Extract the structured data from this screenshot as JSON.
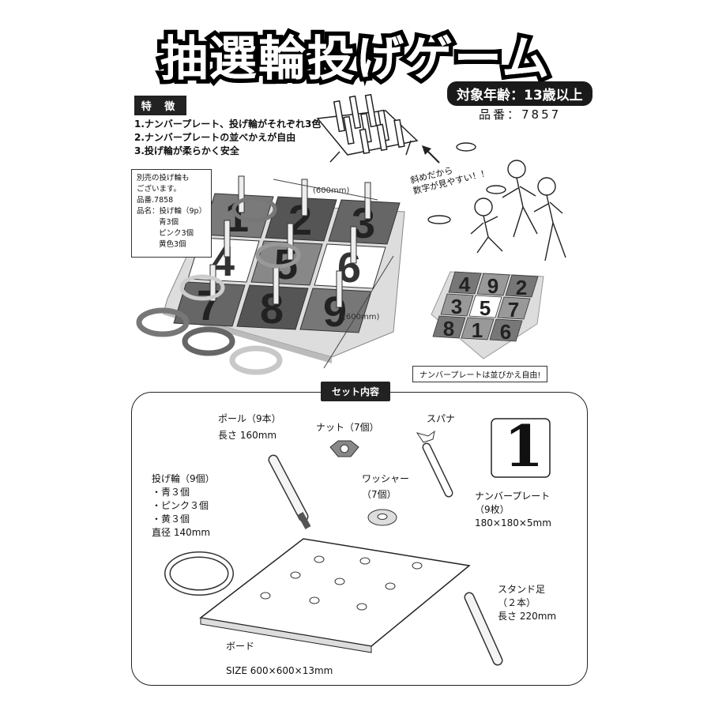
{
  "title": "抽選輪投げゲーム",
  "target_age": "対象年齢：13歳以上",
  "product_code": "品番：7857",
  "features": {
    "heading": "特 徴",
    "items": [
      "1.ナンバープレート、投げ輪がそれぞれ3色",
      "2.ナンバープレートの並べかえが自由",
      "3.投げ輪が柔らかく安全"
    ]
  },
  "separate_sale": {
    "lines": [
      "別売の投げ輪も",
      "ございます。",
      "品番.7858",
      "品名：投げ輪（9p）",
      "青3個",
      "ピンク3個",
      "黄色3個"
    ]
  },
  "dimensions": {
    "width": "(600mm)",
    "depth": "(600mm)"
  },
  "board_numbers": [
    "1",
    "2",
    "3",
    "4",
    "5",
    "6",
    "7",
    "8",
    "9"
  ],
  "alt_board_numbers": [
    "4",
    "9",
    "2",
    "3",
    "5",
    "7",
    "8",
    "1",
    "6"
  ],
  "speech": [
    "斜めだから",
    "数字が見やすい！！"
  ],
  "caption": "ナンバープレートは並びかえ自由!",
  "set_contents": {
    "heading": "セット内容",
    "pole": [
      "ポール（9本）",
      "長さ 160mm"
    ],
    "nut": "ナット（7個）",
    "spanner": "スパナ",
    "washer": [
      "ワッシャー",
      "（7個）"
    ],
    "plate": [
      "ナンバープレート",
      "（9枚）",
      "180×180×5mm"
    ],
    "plate_number": "1",
    "ring": [
      "投げ輪（9個）",
      "・青３個",
      "・ピンク３個",
      "・黄３個",
      "直径 140mm"
    ],
    "stand": [
      "スタンド足",
      "（２本）",
      "長さ 220mm"
    ],
    "board": [
      "ボード",
      "SIZE 600×600×13mm"
    ]
  }
}
